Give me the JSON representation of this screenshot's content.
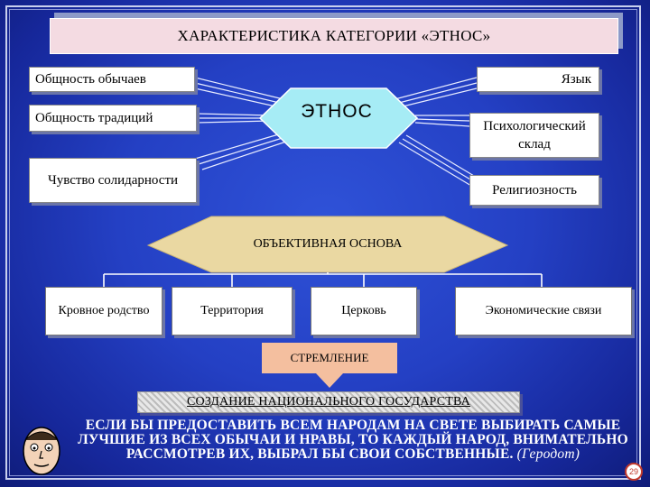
{
  "title": "ХАРАКТЕРИСТИКА КАТЕГОРИИ «ЭТНОС»",
  "center": {
    "label": "ЭТНОС"
  },
  "features_left": [
    "Общность обычаев",
    "Общность традиций",
    "Чувство солидарности"
  ],
  "features_right": [
    "Язык",
    "Психологический склад",
    "Религиозность"
  ],
  "basis": {
    "label": "ОБЪЕКТИВНАЯ ОСНОВА"
  },
  "basis_items": [
    "Кровное родство",
    "Территория",
    "Церковь",
    "Экономические связи"
  ],
  "aspiration": {
    "label": "СТРЕМЛЕНИЕ"
  },
  "goal": {
    "label": "СОЗДАНИЕ НАЦИОНАЛЬНОГО ГОСУДАРСТВА"
  },
  "quote": {
    "text": "ЕСЛИ БЫ ПРЕДОСТАВИТЬ ВСЕМ НАРОДАМ НА СВЕТЕ ВЫБИРАТЬ САМЫЕ ЛУЧШИЕ ИЗ ВСЕХ ОБЫЧАИ И НРАВЫ, ТО КАЖДЫЙ НАРОД, ВНИМАТЕЛЬНО РАССМОТРЕВ ИХ, ВЫБРАЛ БЫ СВОИ СОБСТВЕННЫЕ.",
    "author": "(Геродот)"
  },
  "page_number": "29",
  "colors": {
    "background": "#2440c4",
    "hexagon": "#a6ecf5",
    "basis": "#e6d49a",
    "title_bg": "#f4dbe2"
  }
}
